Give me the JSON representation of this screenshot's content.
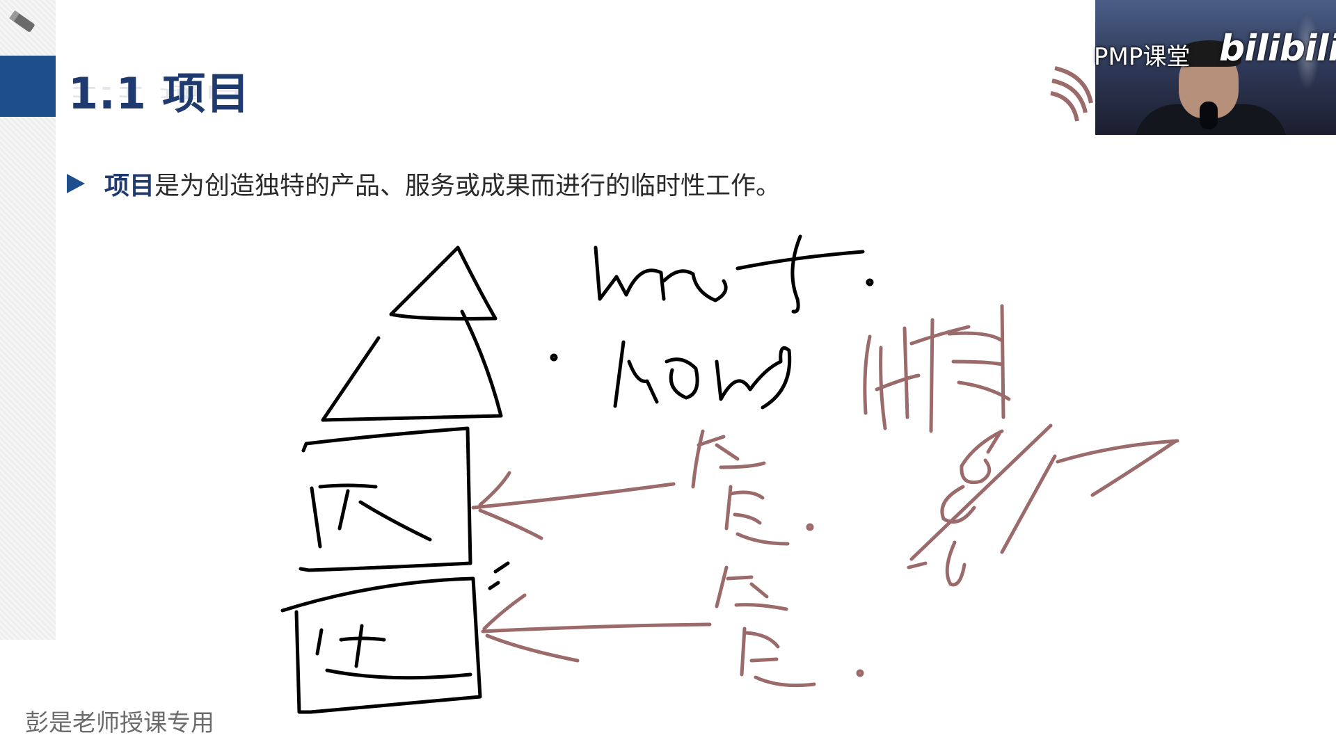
{
  "slide": {
    "title": "1.1 项目",
    "bullet": {
      "term": "项目",
      "text": "是为创造独特的产品、服务或成果而进行的临时性工作。"
    },
    "footer_note": "彭是老师授课专用"
  },
  "overlay": {
    "channel_watermark": "PMP课堂",
    "platform_logo": "bilibili"
  },
  "icons": {
    "pencil": "pencil-icon",
    "bullet": "triangle-right-icon"
  },
  "colors": {
    "accent": "#1f4e8c",
    "title": "#1f3a6e",
    "ink_black": "#000000",
    "ink_brown": "#9b6a6a"
  }
}
